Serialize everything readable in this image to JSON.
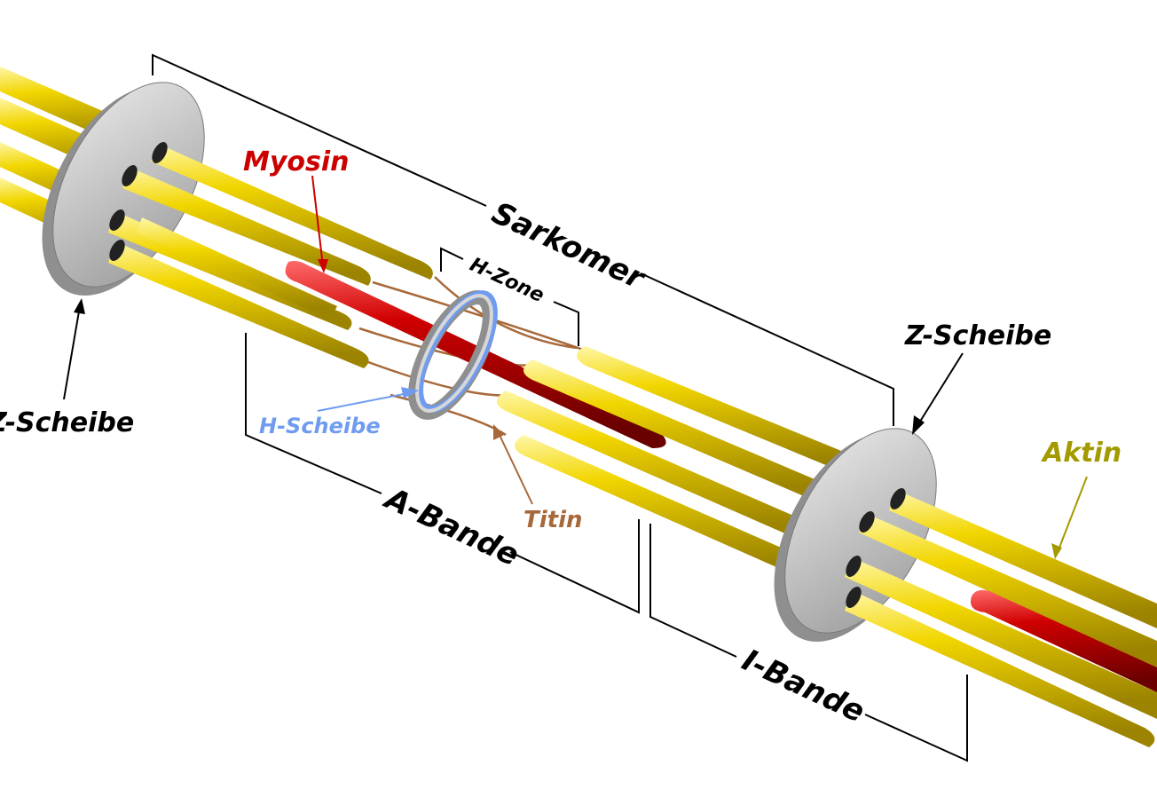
{
  "labels": {
    "sarkomer": "Sarkomer",
    "myosin": "Myosin",
    "h_zone": "H-Zone",
    "z_scheibe_left": "Z-Scheibe",
    "z_scheibe_right": "Z-Scheibe",
    "h_scheibe": "H-Scheibe",
    "titin": "Titin",
    "a_bande": "A-Bande",
    "i_bande": "I-Bande",
    "aktin": "Aktin"
  },
  "colors": {
    "aktin": "#e6c800",
    "myosin": "#cc0000",
    "titin": "#a8693a",
    "z_disc": "#bdbdbd",
    "h_disc": "#6f9cf0",
    "aktin_label": "#a39a00",
    "h_scheibe_label": "#6f9cf0",
    "titin_label": "#a8693a",
    "myosin_label": "#cc0000",
    "outline": "#000000"
  }
}
